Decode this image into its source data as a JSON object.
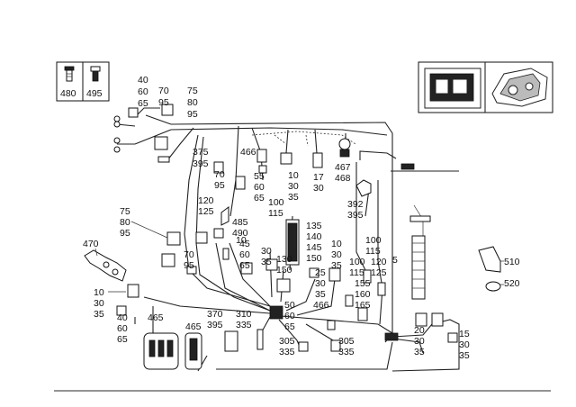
{
  "labels": {
    "inset_480": "480",
    "inset_495": "495",
    "c1_a": "40",
    "c1_b": "60",
    "c1_c": "65",
    "c2_a": "70",
    "c2_b": "95",
    "c3_a": "75",
    "c3_b": "80",
    "c3_c": "95",
    "c4_a": "375",
    "c4_b": "395",
    "c5_a": "70",
    "c5_b": "95",
    "c6_a": "466",
    "c7_a": "55",
    "c7_b": "60",
    "c7_c": "65",
    "c8_a": "100",
    "c8_b": "115",
    "c9_a": "10",
    "c9_b": "30",
    "c9_c": "35",
    "c10_a": "17",
    "c10_b": "30",
    "c11_a": "467",
    "c11_b": "468",
    "c12_a": "392",
    "c12_b": "395",
    "c13_a": "100",
    "c13_b": "115",
    "c14_a": "5",
    "c15_a": "120",
    "c15_b": "125",
    "c16_a": "485",
    "c16_b": "490",
    "c17_a": "75",
    "c17_b": "80",
    "c17_c": "95",
    "c18_a": "470",
    "c19_a": "70",
    "c19_b": "95",
    "c20_a": "10",
    "c20_b": "30",
    "c20_c": "35",
    "c21_a": "45",
    "c21_b": "60",
    "c21_c": "65",
    "c22_a": "135",
    "c22_b": "140",
    "c22_c": "145",
    "c22_d": "150",
    "c23_a": "130",
    "c23_b": "150",
    "c24_a": "25",
    "c24_b": "30",
    "c24_c": "35",
    "c25_a": "10",
    "c25_b": "30",
    "c25_c": "35",
    "c26_a": "100",
    "c26_b": "115",
    "c27_a": "120",
    "c27_b": "125",
    "c28_a": "155",
    "c28_b": "160",
    "c28_c": "165",
    "c29_a": "510",
    "c29_b": "520",
    "c30_a": "10",
    "c30_b": "30",
    "c30_c": "35",
    "c31_a": "40",
    "c31_b": "60",
    "c31_c": "65",
    "c32_a": "50",
    "c32_b": "60",
    "c32_c": "65",
    "c33_a": "466",
    "c34_a": "465",
    "c34_b": "465",
    "c35_a": "370",
    "c35_b": "395",
    "c36_a": "310",
    "c36_b": "335",
    "c37_a": "305",
    "c37_b": "335",
    "c38_a": "305",
    "c38_b": "335",
    "c39_a": "20",
    "c39_b": "30",
    "c39_c": "35",
    "c40_a": "15",
    "c40_b": "30",
    "c40_c": "35"
  },
  "icons": [
    "bolt-icon",
    "screw-icon",
    "engine-bay-icon",
    "engine-icon"
  ],
  "colors": {
    "ink": "#111111",
    "paper": "#ffffff",
    "rule": "#555555"
  }
}
